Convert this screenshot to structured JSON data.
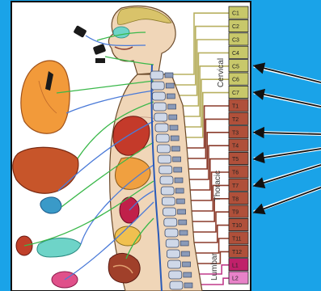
{
  "vertebrae": [
    "C1",
    "C2",
    "C3",
    "C4",
    "C5",
    "C6",
    "C7",
    "T1",
    "T2",
    "T3",
    "T4",
    "T5",
    "T6",
    "T7",
    "T8",
    "T9",
    "T10",
    "T11",
    "T12",
    "L1",
    "L2"
  ],
  "regions": [
    "Cervical",
    "Thoracic",
    "Lumbar"
  ],
  "colors": {
    "background": "#1aa3e8",
    "panel": "#ffffff",
    "cervical": "#c8c86a",
    "thoracic": "#b0503a",
    "lumbar_upper": "#e882c8",
    "lumbar_lower": "#c0206a",
    "arrow": "#ffffff"
  },
  "arrows": [
    {
      "target": "C5"
    },
    {
      "target": "C7"
    },
    {
      "target": "T3"
    },
    {
      "target": "T5"
    },
    {
      "target": "T7"
    },
    {
      "target": "T9"
    }
  ]
}
